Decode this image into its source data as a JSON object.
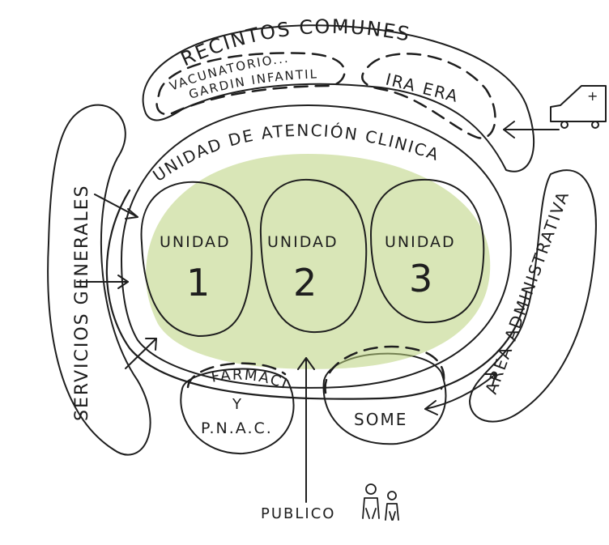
{
  "labels": {
    "recintos_comunes": "RECINTOS COMUNES",
    "vacunatorio": "VACUNATORIO...",
    "jardin_infantil": "GARDIN INFANTIL",
    "ira_era": "IRA ERA",
    "unidad_atencion": "UNIDAD DE ATENCIÓN CLINICA",
    "servicios_generales": "SERVICIOS GENERALES",
    "area_administrativa": "AREA ADMINISTRATIVA",
    "unidad_1_title": "UNIDAD",
    "unidad_1_num": "1",
    "unidad_2_title": "UNIDAD",
    "unidad_2_num": "2",
    "unidad_3_title": "UNIDAD",
    "unidad_3_num": "3",
    "farmacia": "FARMACIA",
    "y": "Y",
    "pnac": "P.N.A.C.",
    "some": "SOME",
    "publico": "PUBLICO",
    "ambulance_cross": "+"
  },
  "colors": {
    "salmon": "#f3a48f",
    "ira_red": "#ea7d5f",
    "gray": "#c9c9c9",
    "light_green": "#d3e1ad",
    "mid_green": "#b9d27c",
    "unit_green": "#a9ca62",
    "pink": "#e3abcd",
    "ink": "#1e1e1e"
  },
  "icons": [
    "ambulance-icon",
    "people-icon"
  ]
}
